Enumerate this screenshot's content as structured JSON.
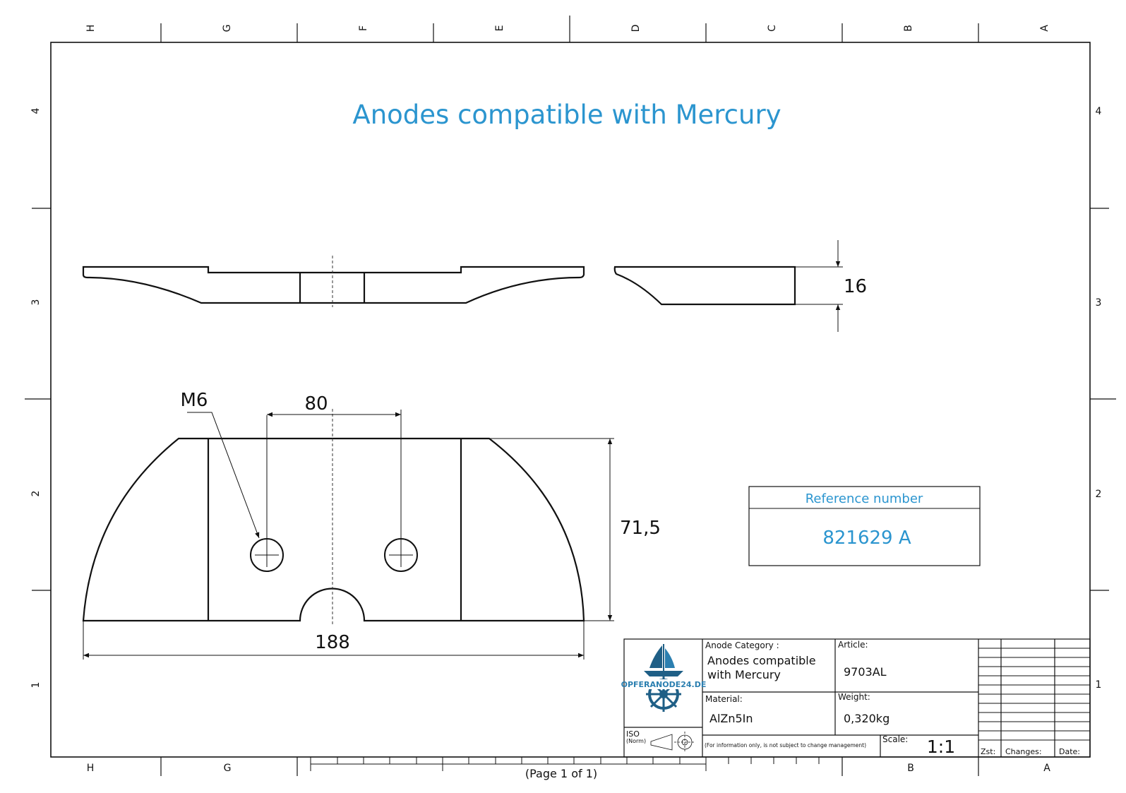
{
  "title": "Anodes compatible with Mercury",
  "zone_columns": [
    "H",
    "G",
    "F",
    "E",
    "D",
    "C",
    "B",
    "A"
  ],
  "zone_rows": [
    "4",
    "3",
    "2",
    "1"
  ],
  "bottom_columns": [
    "H",
    "G",
    "B",
    "A"
  ],
  "page_label": "(Page 1 of 1)",
  "dimensions": {
    "height": "16",
    "hole_spacing": "80",
    "thread": "M6",
    "depth": "71,5",
    "length": "188"
  },
  "reference": {
    "label": "Reference number",
    "value": "821629 A"
  },
  "title_block": {
    "logo_text": "OPFERANODE24.DE",
    "category_label": "Anode Category :",
    "category_line1": "Anodes compatible",
    "category_line2": "with Mercury",
    "article_label": "Article:",
    "article_value": "9703AL",
    "material_label": "Material:",
    "material_value": "AlZn5In",
    "weight_label": "Weight:",
    "weight_value": "0,320kg",
    "iso_label": "ISO",
    "norm_label": "(Norm)",
    "disclaimer": "(For information only, is not subject to change management)",
    "scale_label": "Scale:",
    "scale_value": "1:1",
    "zst_label": "Zst:",
    "changes_label": "Changes:",
    "date_label": "Date:"
  },
  "colors": {
    "accent": "#2b95cf",
    "line": "#111111"
  }
}
